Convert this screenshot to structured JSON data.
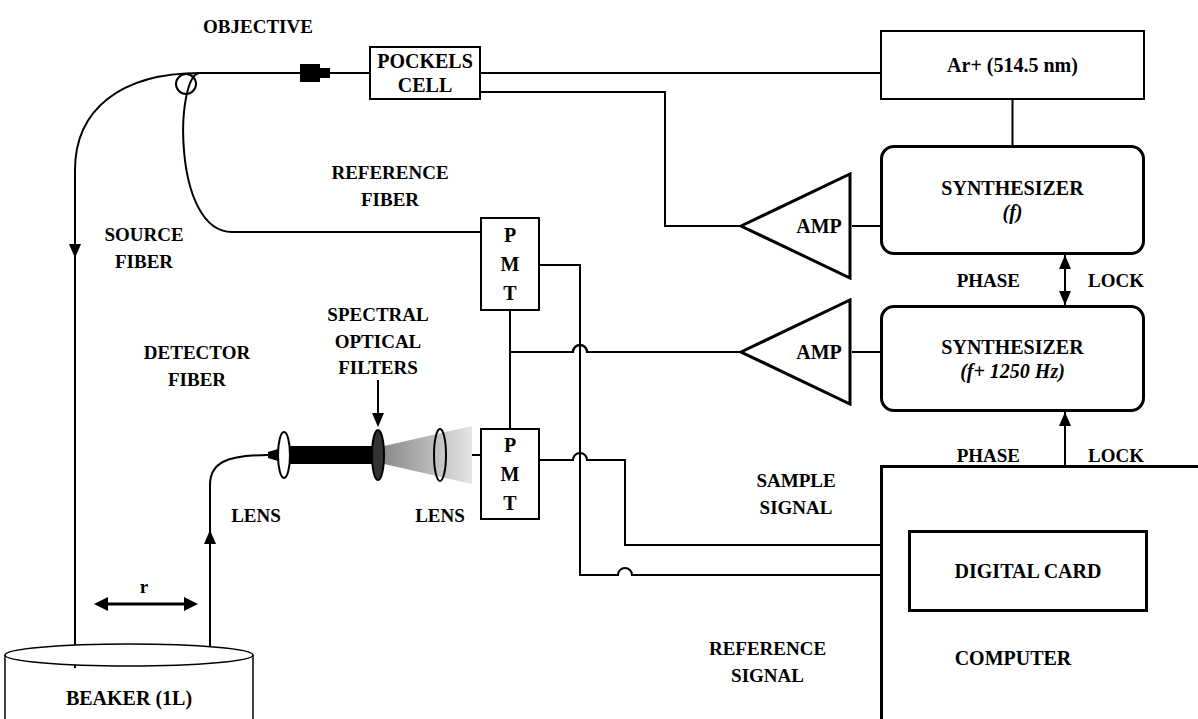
{
  "diagram": {
    "nodes": [
      {
        "text": [
          "POCKELS CELL"
        ]
      },
      {
        "text": [
          "Ar+ (514.5 nm)"
        ]
      },
      {
        "text": [
          "SYNTHESIZER",
          "(f)"
        ]
      },
      {
        "text": [
          "SYNTHESIZER",
          "(f+ 1250 Hz)"
        ]
      },
      {
        "text": [
          "AMP"
        ]
      },
      {
        "text": [
          "AMP"
        ]
      },
      {
        "text": [
          "P M T"
        ]
      },
      {
        "text": [
          "P M T"
        ]
      },
      {
        "text": [
          "COMPUTER"
        ]
      },
      {
        "text": [
          "DIGITAL CARD"
        ],
        "in": 8
      },
      {
        "text": [
          "BEAKER (1L)"
        ]
      }
    ],
    "edges": [
      {
        "from": 1,
        "to": 0,
        "arrow": "none"
      },
      {
        "from": 2,
        "to": 1,
        "arrow": "none"
      },
      {
        "from": 2,
        "to": 4,
        "arrow": "none"
      },
      {
        "from": 4,
        "to": 0,
        "arrow": "none"
      },
      {
        "from": 2,
        "to": 3,
        "arrow": "both"
      },
      {
        "from": 3,
        "to": 5,
        "arrow": "none"
      },
      {
        "from": 5,
        "to": 6,
        "arrow": "none"
      },
      {
        "from": 5,
        "to": 7,
        "arrow": "none"
      },
      {
        "from": 3,
        "to": 9,
        "arrow": "both"
      },
      {
        "from": 7,
        "to": 9,
        "arrow": "to",
        "label": "SAMPLE SIGNAL"
      },
      {
        "from": 6,
        "to": 9,
        "arrow": "to",
        "label": "REFERENCE SIGNAL"
      },
      {
        "from": 0,
        "to": 10,
        "arrow": "to"
      },
      {
        "from": 0,
        "to": 6,
        "arrow": "none"
      },
      {
        "from": 10,
        "to": 7,
        "arrow": "to"
      }
    ],
    "labels": [
      "OBJECTIVE",
      "SOURCE FIBER",
      "REFERENCE FIBER",
      "DETECTOR FIBER",
      "SPECTRAL OPTICAL FILTERS",
      "LENS",
      "LENS",
      "r",
      "PHASE",
      "LOCK",
      "PHASE",
      "LOCK"
    ]
  }
}
